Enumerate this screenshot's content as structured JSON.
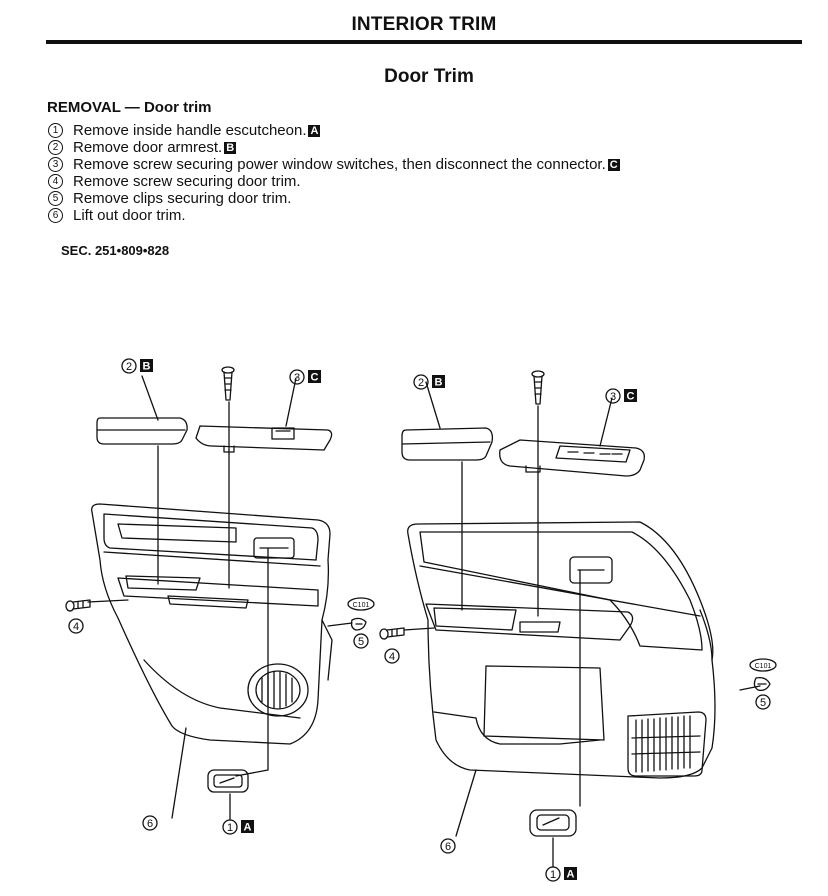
{
  "header": {
    "title": "INTERIOR TRIM"
  },
  "section": {
    "title": "Door Trim"
  },
  "removal": {
    "title": "REMOVAL — Door trim",
    "steps": [
      {
        "num": "1",
        "text": "Remove inside handle escutcheon.",
        "tag": "A"
      },
      {
        "num": "2",
        "text": "Remove door armrest.",
        "tag": "B"
      },
      {
        "num": "3",
        "text": "Remove screw securing power window switches, then disconnect the connector.",
        "tag": "C"
      },
      {
        "num": "4",
        "text": "Remove screw securing door trim.",
        "tag": ""
      },
      {
        "num": "5",
        "text": "Remove clips securing door trim.",
        "tag": ""
      },
      {
        "num": "6",
        "text": "Lift out door trim.",
        "tag": ""
      }
    ]
  },
  "sec_code": "SEC. 251•809•828",
  "diagram": {
    "left": {
      "callout_1": "1",
      "tag_1": "A",
      "callout_2": "2",
      "tag_2": "B",
      "callout_3": "3",
      "tag_3": "C",
      "callout_4": "4",
      "callout_5": "5",
      "callout_6": "6",
      "clip_code": "C101"
    },
    "right": {
      "callout_1": "1",
      "tag_1": "A",
      "callout_2": "2",
      "tag_2": "B",
      "callout_3": "3",
      "tag_3": "C",
      "callout_4": "4",
      "callout_5": "5",
      "callout_6": "6",
      "clip_code": "C101"
    }
  }
}
